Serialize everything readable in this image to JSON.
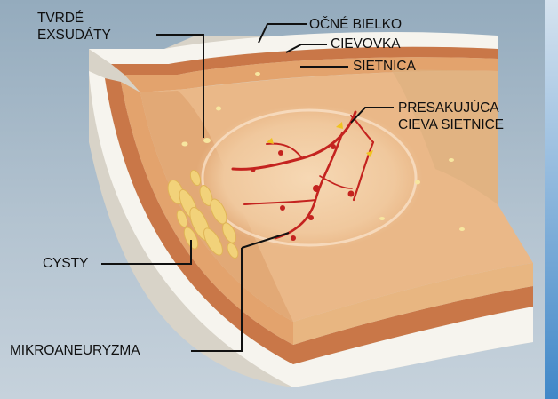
{
  "labels": {
    "hard_exudates": [
      "TVRDÉ",
      "EXSUDÁTY"
    ],
    "sclera": "OČNÉ BIELKO",
    "choroid": "CIEVOVKA",
    "retina": "SIETNICA",
    "leaking_vessel": [
      "PRESAKUJÚCA",
      "CIEVA SIETNICE"
    ],
    "cysts": "CYSTY",
    "microaneurysm": "MIKROANEURYZMA"
  },
  "colors": {
    "background": "#a9bccb",
    "sclera_face": "#f6f4ee",
    "choroid_face": "#c97748",
    "retina_face": "#e8b681",
    "vessel": "#c4231f",
    "leader_line": "#111111"
  }
}
